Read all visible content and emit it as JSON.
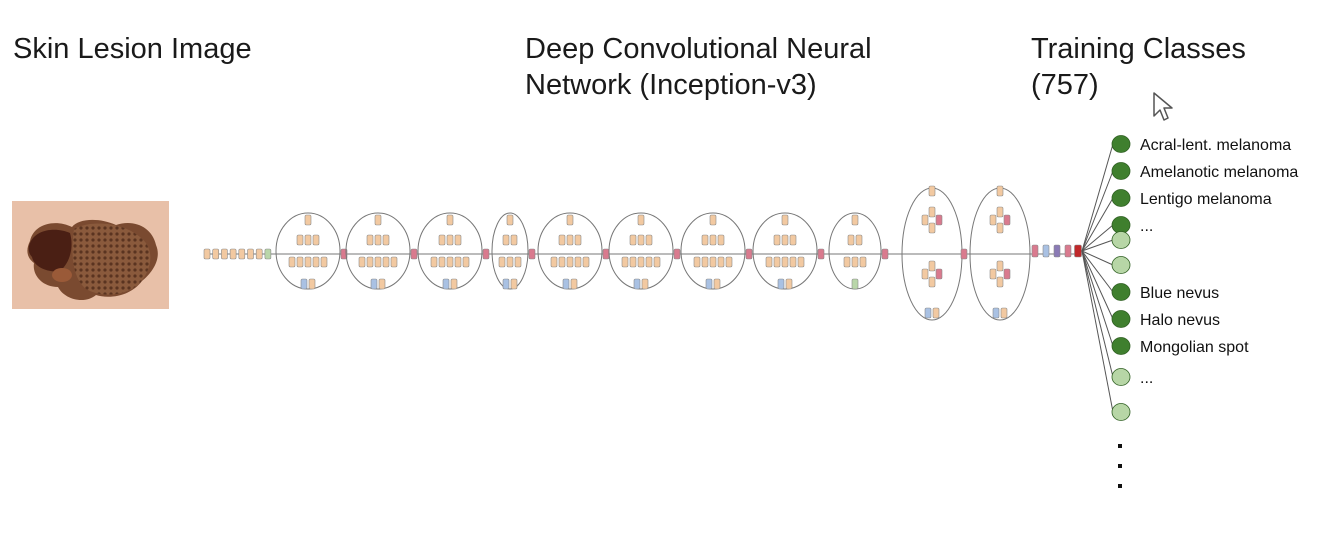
{
  "headings": {
    "image": "Skin Lesion Image",
    "network": [
      "Deep Convolutional Neural",
      "Network (Inception-v3)"
    ],
    "classes": [
      "Training Classes",
      "(757)"
    ]
  },
  "classes": [
    {
      "label": "Acral-lent. melanoma",
      "node": "dark"
    },
    {
      "label": "Amelanotic melanoma",
      "node": "dark"
    },
    {
      "label": "Lentigo melanoma",
      "node": "dark"
    },
    {
      "label": "...",
      "node": "dark"
    },
    {
      "label": "",
      "node": "light"
    },
    {
      "label": "",
      "node": "light"
    },
    {
      "label": "Blue nevus",
      "node": "dark"
    },
    {
      "label": "Halo nevus",
      "node": "dark"
    },
    {
      "label": "Mongolian spot",
      "node": "dark"
    },
    {
      "label": "...",
      "node": "light"
    },
    {
      "label": "",
      "node": "light"
    }
  ],
  "colors": {
    "conv": "#f2c9a1",
    "pool": "#d97a8e",
    "concat": "#a9c1e3",
    "avgpool": "#b9d6a9",
    "dark_node": "#3f7f2e",
    "light_node": "#b7d6a6",
    "output": "#c0282a"
  },
  "icons": {
    "cursor": "pointer-cursor-icon"
  }
}
